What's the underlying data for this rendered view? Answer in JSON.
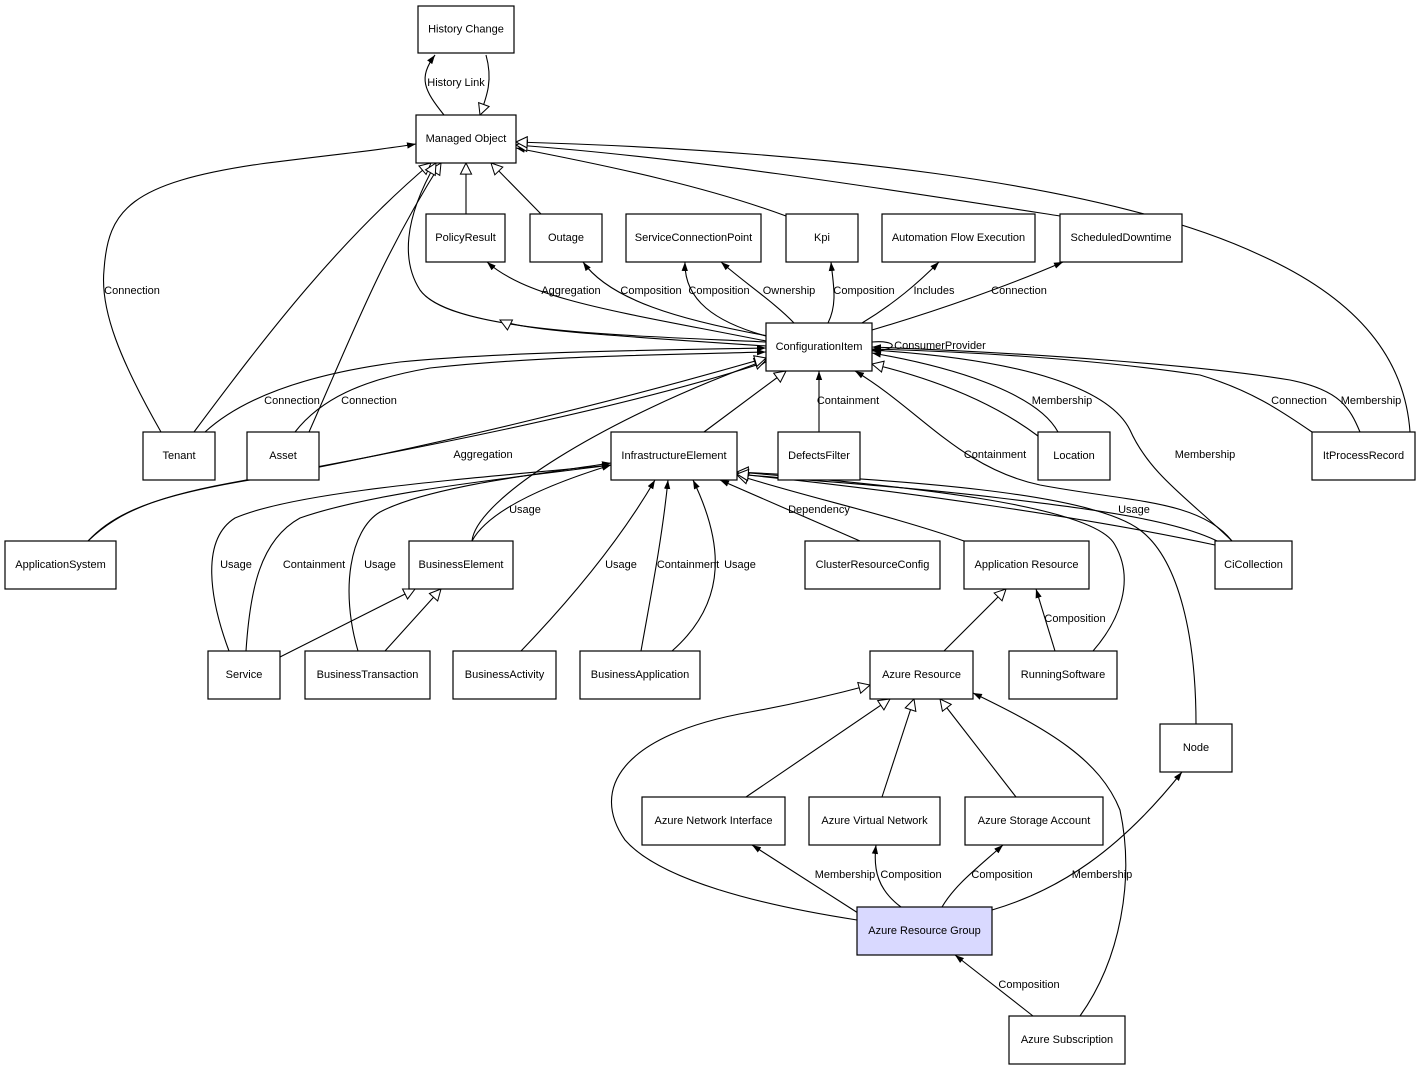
{
  "diagram": {
    "type": "uml-class-relationships",
    "highlight_color": "#d9d9ff",
    "nodes": [
      {
        "id": "history-change",
        "label": "History Change"
      },
      {
        "id": "managed-object",
        "label": "Managed Object"
      },
      {
        "id": "policy-result",
        "label": "PolicyResult"
      },
      {
        "id": "outage",
        "label": "Outage"
      },
      {
        "id": "service-connection-point",
        "label": "ServiceConnectionPoint"
      },
      {
        "id": "kpi",
        "label": "Kpi"
      },
      {
        "id": "automation-flow-execution",
        "label": "Automation Flow Execution"
      },
      {
        "id": "scheduled-downtime",
        "label": "ScheduledDowntime"
      },
      {
        "id": "configuration-item",
        "label": "ConfigurationItem"
      },
      {
        "id": "tenant",
        "label": "Tenant"
      },
      {
        "id": "asset",
        "label": "Asset"
      },
      {
        "id": "infrastructure-element",
        "label": "InfrastructureElement"
      },
      {
        "id": "defects-filter",
        "label": "DefectsFilter"
      },
      {
        "id": "location",
        "label": "Location"
      },
      {
        "id": "it-process-record",
        "label": "ItProcessRecord"
      },
      {
        "id": "application-system",
        "label": "ApplicationSystem"
      },
      {
        "id": "business-element",
        "label": "BusinessElement"
      },
      {
        "id": "cluster-resource-config",
        "label": "ClusterResourceConfig"
      },
      {
        "id": "application-resource",
        "label": "Application Resource"
      },
      {
        "id": "ci-collection",
        "label": "CiCollection"
      },
      {
        "id": "service",
        "label": "Service"
      },
      {
        "id": "business-transaction",
        "label": "BusinessTransaction"
      },
      {
        "id": "business-activity",
        "label": "BusinessActivity"
      },
      {
        "id": "business-application",
        "label": "BusinessApplication"
      },
      {
        "id": "azure-resource",
        "label": "Azure Resource"
      },
      {
        "id": "running-software",
        "label": "RunningSoftware"
      },
      {
        "id": "node",
        "label": "Node"
      },
      {
        "id": "azure-network-interface",
        "label": "Azure Network Interface"
      },
      {
        "id": "azure-virtual-network",
        "label": "Azure Virtual Network"
      },
      {
        "id": "azure-storage-account",
        "label": "Azure Storage Account"
      },
      {
        "id": "azure-resource-group",
        "label": "Azure Resource Group",
        "highlight": true
      },
      {
        "id": "azure-subscription",
        "label": "Azure Subscription"
      }
    ],
    "edges": [
      {
        "id": "e1",
        "type": "association",
        "label": "History Link"
      },
      {
        "id": "e2",
        "type": "inheritance",
        "label": ""
      },
      {
        "id": "e3",
        "type": "inheritance",
        "label": ""
      },
      {
        "id": "e4",
        "type": "inheritance",
        "label": ""
      },
      {
        "id": "e5",
        "type": "association",
        "label": ""
      },
      {
        "id": "e6",
        "type": "inheritance",
        "label": ""
      },
      {
        "id": "e7",
        "type": "inheritance",
        "label": ""
      },
      {
        "id": "e8",
        "type": "association",
        "label": "Connection"
      },
      {
        "id": "e9",
        "type": "inheritance",
        "label": ""
      },
      {
        "id": "e10",
        "type": "inheritance",
        "label": ""
      },
      {
        "id": "e11",
        "type": "inheritance",
        "label": ""
      },
      {
        "id": "e12",
        "type": "inheritance",
        "label": ""
      },
      {
        "id": "e13",
        "type": "association",
        "label": "Aggregation"
      },
      {
        "id": "e14",
        "type": "association",
        "label": "Composition"
      },
      {
        "id": "e15",
        "type": "association",
        "label": "Composition"
      },
      {
        "id": "e16",
        "type": "association",
        "label": "Ownership"
      },
      {
        "id": "e17",
        "type": "association",
        "label": "Composition"
      },
      {
        "id": "e18",
        "type": "association",
        "label": "Includes"
      },
      {
        "id": "e19",
        "type": "association",
        "label": "Connection"
      },
      {
        "id": "e20",
        "type": "association",
        "label": "ConsumerProvider"
      },
      {
        "id": "e21",
        "type": "association",
        "label": "Connection"
      },
      {
        "id": "e22",
        "type": "association",
        "label": "Connection"
      },
      {
        "id": "e23",
        "type": "association",
        "label": "Aggregation"
      },
      {
        "id": "e24",
        "type": "inheritance",
        "label": ""
      },
      {
        "id": "e25",
        "type": "association",
        "label": "Containment"
      },
      {
        "id": "e26",
        "type": "inheritance",
        "label": ""
      },
      {
        "id": "e27",
        "type": "association",
        "label": "Membership"
      },
      {
        "id": "e28",
        "type": "association",
        "label": "Containment"
      },
      {
        "id": "e29",
        "type": "association",
        "label": "Membership"
      },
      {
        "id": "e30",
        "type": "association",
        "label": "Connection"
      },
      {
        "id": "e31",
        "type": "association",
        "label": "Membership"
      },
      {
        "id": "e32",
        "type": "association",
        "label": "Usage"
      },
      {
        "id": "e33",
        "type": "association",
        "label": "Usage"
      },
      {
        "id": "e34",
        "type": "association",
        "label": "Containment"
      },
      {
        "id": "e35",
        "type": "association",
        "label": "Usage"
      },
      {
        "id": "e36",
        "type": "association",
        "label": "Usage"
      },
      {
        "id": "e37",
        "type": "association",
        "label": "Containment"
      },
      {
        "id": "e38",
        "type": "association",
        "label": "Usage"
      },
      {
        "id": "e39",
        "type": "association",
        "label": "Dependency"
      },
      {
        "id": "e40",
        "type": "inheritance",
        "label": ""
      },
      {
        "id": "e41",
        "type": "inheritance",
        "label": ""
      },
      {
        "id": "e42",
        "type": "association",
        "label": "Usage"
      },
      {
        "id": "e43",
        "type": "inheritance",
        "label": ""
      },
      {
        "id": "e44",
        "type": "inheritance",
        "label": ""
      },
      {
        "id": "e45",
        "type": "inheritance",
        "label": ""
      },
      {
        "id": "e46",
        "type": "inheritance",
        "label": ""
      },
      {
        "id": "e47",
        "type": "inheritance",
        "label": ""
      },
      {
        "id": "e48",
        "type": "association",
        "label": "Composition"
      },
      {
        "id": "e49",
        "type": "inheritance",
        "label": ""
      },
      {
        "id": "e50",
        "type": "inheritance",
        "label": ""
      },
      {
        "id": "e51",
        "type": "inheritance",
        "label": ""
      },
      {
        "id": "e52",
        "type": "inheritance",
        "label": ""
      },
      {
        "id": "e53",
        "type": "inheritance",
        "label": ""
      },
      {
        "id": "e54",
        "type": "association",
        "label": "Membership"
      },
      {
        "id": "e55",
        "type": "association",
        "label": "Composition"
      },
      {
        "id": "e56",
        "type": "association",
        "label": "Composition"
      },
      {
        "id": "e57",
        "type": "association",
        "label": "Membership"
      },
      {
        "id": "e58",
        "type": "association",
        "label": "Composition"
      },
      {
        "id": "e59",
        "type": "association",
        "label": ""
      },
      {
        "id": "e60",
        "type": "inheritance",
        "label": ""
      }
    ]
  }
}
